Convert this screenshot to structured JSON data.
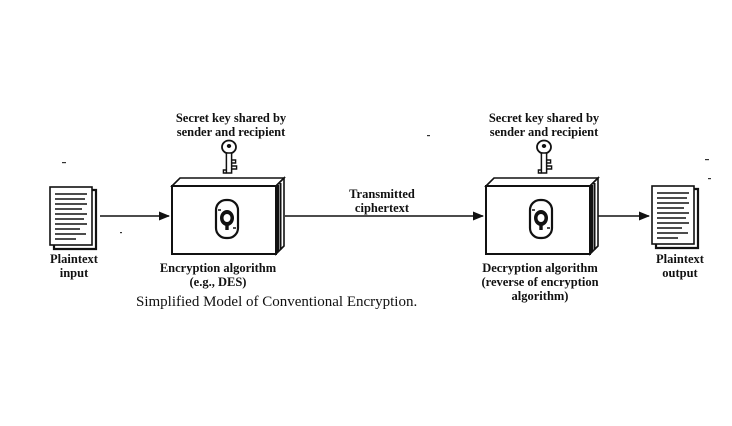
{
  "plaintext_input": {
    "line1": "Plaintext",
    "line2": "input"
  },
  "secret_key_left": {
    "line1": "Secret key shared by",
    "line2": "sender and recipient"
  },
  "encryption": {
    "line1": "Encryption algorithm",
    "line2": "(e.g., DES)"
  },
  "transmitted": {
    "line1": "Transmitted",
    "line2": "ciphertext"
  },
  "secret_key_right": {
    "line1": "Secret key shared by",
    "line2": "sender and recipient"
  },
  "decryption": {
    "line1": "Decryption algorithm",
    "line2": "(reverse of encryption",
    "line3": "algorithm)"
  },
  "plaintext_output": {
    "line1": "Plaintext",
    "line2": "output"
  },
  "caption": "Simplified Model of Conventional Encryption.",
  "icons": {
    "document": "document-icon",
    "key": "key-icon",
    "lockbox": "lock-box-icon",
    "arrow": "arrow-right-icon"
  },
  "colors": {
    "ink": "#111111",
    "box_fill": "#ffffff"
  }
}
